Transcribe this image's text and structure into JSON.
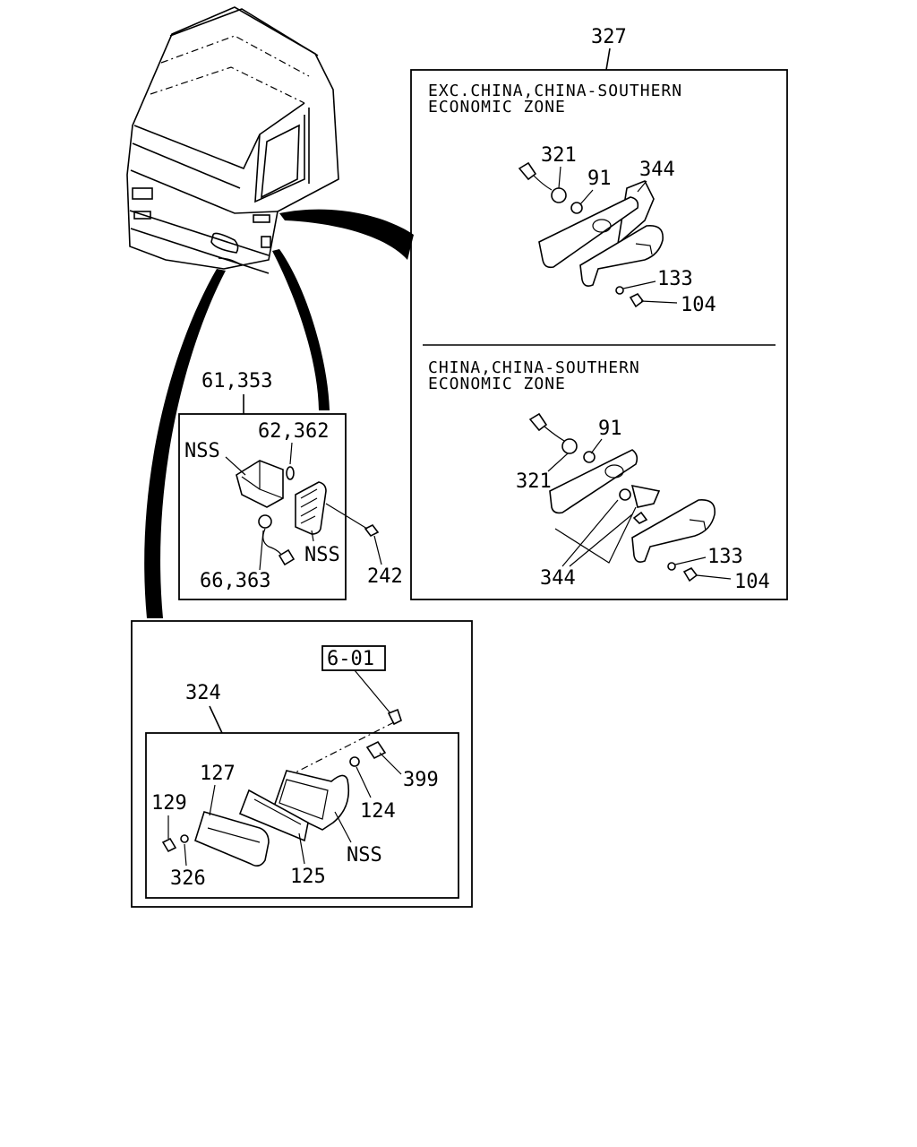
{
  "sections": {
    "side_lamp": {
      "ref": "327",
      "variant_a": {
        "header_line1": "EXC.CHINA,CHINA-SOUTHERN",
        "header_line2": "ECONOMIC ZONE"
      },
      "variant_b": {
        "header_line1": "CHINA,CHINA-SOUTHERN",
        "header_line2": "ECONOMIC ZONE"
      }
    },
    "corner_lamp": {
      "ref": "61,353"
    },
    "fog_lamp": {
      "ref": "324",
      "see_ref": "6-01"
    }
  },
  "labels": {
    "a_321": "321",
    "a_91": "91",
    "a_344": "344",
    "a_133": "133",
    "a_104": "104",
    "b_91": "91",
    "b_321": "321",
    "b_344": "344",
    "b_133": "133",
    "b_104": "104",
    "c_62_362": "62,362",
    "c_nss1": "NSS",
    "c_nss2": "NSS",
    "c_66_363": "66,363",
    "c_242": "242",
    "d_127": "127",
    "d_129": "129",
    "d_326": "326",
    "d_125": "125",
    "d_nss": "NSS",
    "d_124": "124",
    "d_399": "399"
  }
}
